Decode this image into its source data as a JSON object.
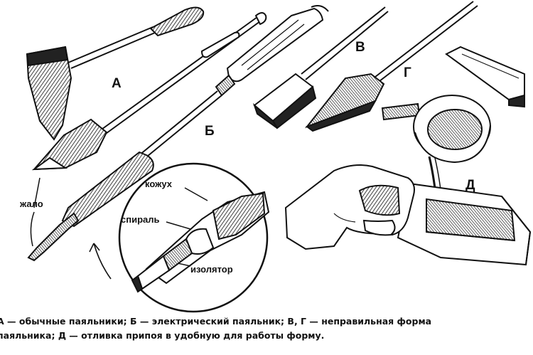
{
  "labels": {
    "a": "А",
    "b": "Б",
    "v": "В",
    "g": "Г",
    "d": "Д",
    "zhalo": "жало",
    "kozhukh": "кожух",
    "spiral": "спираль",
    "izolyator": "изолятор"
  },
  "caption": {
    "line1": "А — обычные паяльники; Б — электрический паяльник; В, Г — неправильная форма",
    "line2": "паяльника; Д — отливка припоя в удобную для работы форму."
  },
  "colors": {
    "ink": "#111111",
    "paper": "#ffffff"
  }
}
